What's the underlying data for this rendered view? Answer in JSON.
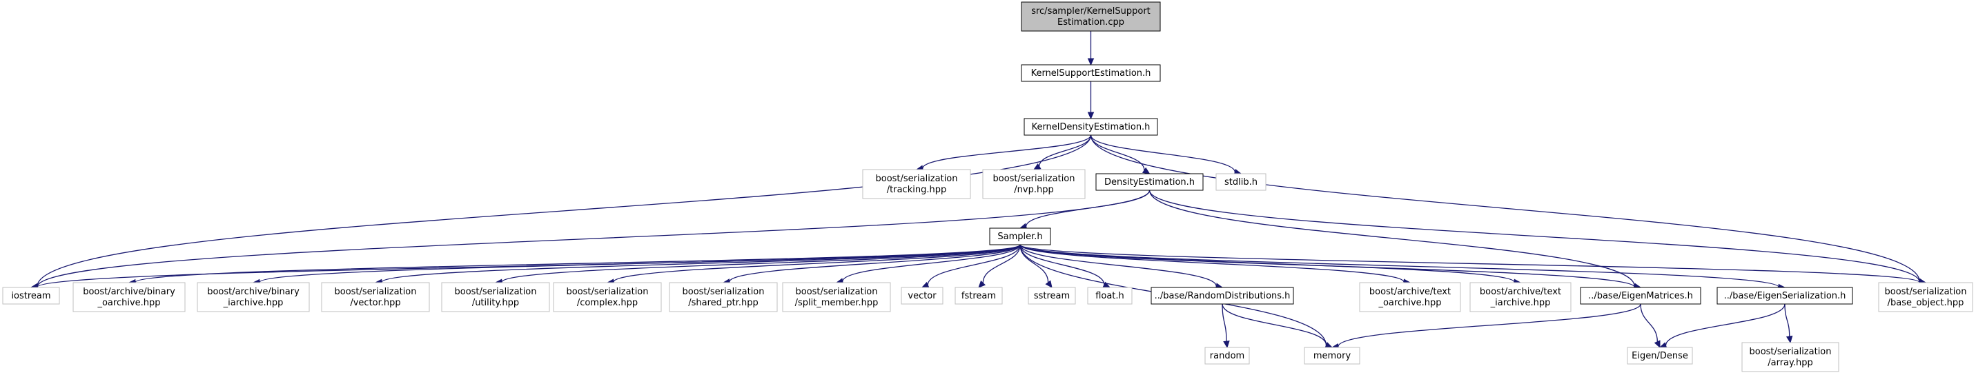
{
  "graph": {
    "edge_color": "#191970",
    "root_fill": "#bfbfbf",
    "documented_border": "#000000",
    "external_border": "#bfbfbf",
    "nodes": [
      {
        "id": "root",
        "lines": [
          "src/sampler/KernelSupport",
          "Estimation.cpp"
        ],
        "kind": "root"
      },
      {
        "id": "kse_h",
        "lines": [
          "KernelSupportEstimation.h"
        ],
        "kind": "documented"
      },
      {
        "id": "kde_h",
        "lines": [
          "KernelDensityEstimation.h"
        ],
        "kind": "documented"
      },
      {
        "id": "tracking",
        "lines": [
          "boost/serialization",
          "/tracking.hpp"
        ],
        "kind": "external"
      },
      {
        "id": "nvp",
        "lines": [
          "boost/serialization",
          "/nvp.hpp"
        ],
        "kind": "external"
      },
      {
        "id": "de_h",
        "lines": [
          "DensityEstimation.h"
        ],
        "kind": "documented"
      },
      {
        "id": "stdlib",
        "lines": [
          "stdlib.h"
        ],
        "kind": "external"
      },
      {
        "id": "sampler_h",
        "lines": [
          "Sampler.h"
        ],
        "kind": "documented"
      },
      {
        "id": "iostream",
        "lines": [
          "iostream"
        ],
        "kind": "external"
      },
      {
        "id": "bin_oar",
        "lines": [
          "boost/archive/binary",
          "_oarchive.hpp"
        ],
        "kind": "external"
      },
      {
        "id": "bin_iar",
        "lines": [
          "boost/archive/binary",
          "_iarchive.hpp"
        ],
        "kind": "external"
      },
      {
        "id": "vector_hpp",
        "lines": [
          "boost/serialization",
          "/vector.hpp"
        ],
        "kind": "external"
      },
      {
        "id": "utility",
        "lines": [
          "boost/serialization",
          "/utility.hpp"
        ],
        "kind": "external"
      },
      {
        "id": "complex",
        "lines": [
          "boost/serialization",
          "/complex.hpp"
        ],
        "kind": "external"
      },
      {
        "id": "shared_ptr",
        "lines": [
          "boost/serialization",
          "/shared_ptr.hpp"
        ],
        "kind": "external"
      },
      {
        "id": "split_member",
        "lines": [
          "boost/serialization",
          "/split_member.hpp"
        ],
        "kind": "external"
      },
      {
        "id": "vector",
        "lines": [
          "vector"
        ],
        "kind": "external"
      },
      {
        "id": "fstream",
        "lines": [
          "fstream"
        ],
        "kind": "external"
      },
      {
        "id": "sstream",
        "lines": [
          "sstream"
        ],
        "kind": "external"
      },
      {
        "id": "float",
        "lines": [
          "float.h"
        ],
        "kind": "external"
      },
      {
        "id": "randdist",
        "lines": [
          "../base/RandomDistributions.h"
        ],
        "kind": "documented"
      },
      {
        "id": "text_oar",
        "lines": [
          "boost/archive/text",
          "_oarchive.hpp"
        ],
        "kind": "external"
      },
      {
        "id": "text_iar",
        "lines": [
          "boost/archive/text",
          "_iarchive.hpp"
        ],
        "kind": "external"
      },
      {
        "id": "eigmat",
        "lines": [
          "../base/EigenMatrices.h"
        ],
        "kind": "documented"
      },
      {
        "id": "eigser",
        "lines": [
          "../base/EigenSerialization.h"
        ],
        "kind": "documented"
      },
      {
        "id": "base_object",
        "lines": [
          "boost/serialization",
          "/base_object.hpp"
        ],
        "kind": "external"
      },
      {
        "id": "random",
        "lines": [
          "random"
        ],
        "kind": "external"
      },
      {
        "id": "memory",
        "lines": [
          "memory"
        ],
        "kind": "external"
      },
      {
        "id": "eigen_dense",
        "lines": [
          "Eigen/Dense"
        ],
        "kind": "external"
      },
      {
        "id": "array",
        "lines": [
          "boost/serialization",
          "/array.hpp"
        ],
        "kind": "external"
      }
    ],
    "edges": [
      [
        "root",
        "kse_h"
      ],
      [
        "kse_h",
        "kde_h"
      ],
      [
        "kde_h",
        "iostream"
      ],
      [
        "kde_h",
        "tracking"
      ],
      [
        "kde_h",
        "nvp"
      ],
      [
        "kde_h",
        "de_h"
      ],
      [
        "kde_h",
        "stdlib"
      ],
      [
        "kde_h",
        "base_object"
      ],
      [
        "de_h",
        "iostream"
      ],
      [
        "de_h",
        "sampler_h"
      ],
      [
        "de_h",
        "eigmat"
      ],
      [
        "de_h",
        "base_object"
      ],
      [
        "sampler_h",
        "iostream"
      ],
      [
        "sampler_h",
        "bin_oar"
      ],
      [
        "sampler_h",
        "bin_iar"
      ],
      [
        "sampler_h",
        "vector_hpp"
      ],
      [
        "sampler_h",
        "utility"
      ],
      [
        "sampler_h",
        "complex"
      ],
      [
        "sampler_h",
        "shared_ptr"
      ],
      [
        "sampler_h",
        "split_member"
      ],
      [
        "sampler_h",
        "vector"
      ],
      [
        "sampler_h",
        "fstream"
      ],
      [
        "sampler_h",
        "sstream"
      ],
      [
        "sampler_h",
        "float"
      ],
      [
        "sampler_h",
        "randdist"
      ],
      [
        "sampler_h",
        "memory"
      ],
      [
        "sampler_h",
        "text_oar"
      ],
      [
        "sampler_h",
        "text_iar"
      ],
      [
        "sampler_h",
        "eigmat"
      ],
      [
        "sampler_h",
        "eigser"
      ],
      [
        "sampler_h",
        "base_object"
      ],
      [
        "randdist",
        "random"
      ],
      [
        "randdist",
        "memory"
      ],
      [
        "eigmat",
        "memory"
      ],
      [
        "eigmat",
        "eigen_dense"
      ],
      [
        "eigser",
        "eigen_dense"
      ],
      [
        "eigser",
        "array"
      ]
    ]
  }
}
